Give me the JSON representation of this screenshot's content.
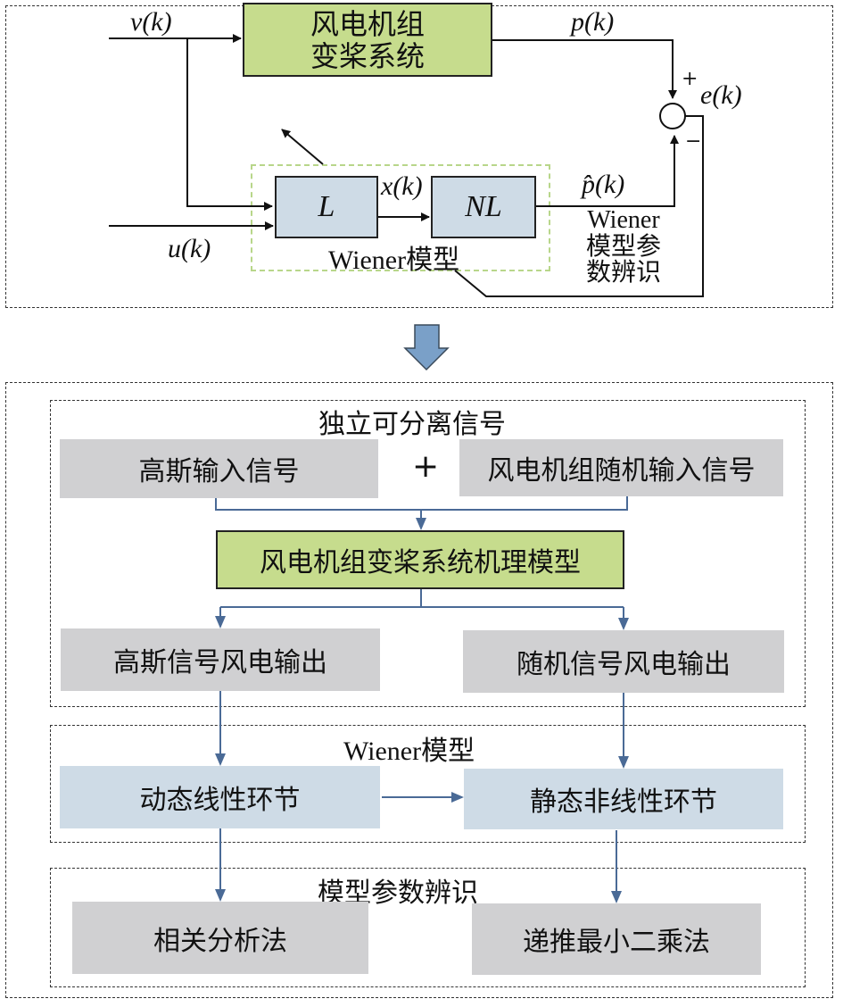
{
  "top_diagram": {
    "plant_block": [
      "风电机组",
      "变桨系统"
    ],
    "linear_block": "L",
    "nonlinear_block": "NL",
    "wiener_group_label": "Wiener模型",
    "signals": {
      "v": "v(k)",
      "u": "u(k)",
      "x": "x(k)",
      "p": "p(k)",
      "p_hat": "p̂(k)",
      "e": "e(k)"
    },
    "sum_signs": {
      "plus": "+",
      "minus": "−"
    },
    "identification_label": [
      "Wiener",
      "模型参",
      "数辨识"
    ]
  },
  "bottom_diagram": {
    "section1": {
      "title": "独立可分离信号",
      "input1": "高斯输入信号",
      "plus": "+",
      "input2": "风电机组随机输入信号",
      "model": "风电机组变桨系统机理模型",
      "output1": "高斯信号风电输出",
      "output2": "随机信号风电输出"
    },
    "section2": {
      "title": "Wiener模型",
      "linear": "动态线性环节",
      "nonlinear": "静态非线性环节"
    },
    "section3": {
      "title": "模型参数辨识",
      "method1": "相关分析法",
      "method2": "递推最小二乘法"
    }
  },
  "colors": {
    "plant_green": "#c6dc8d",
    "block_blue": "#cedbe6",
    "gray_box": "#d0d0d2",
    "flow_arrow": "#4a6a96",
    "big_arrow": "#7aa0c8",
    "wiener_dash": "#b8d68a"
  }
}
